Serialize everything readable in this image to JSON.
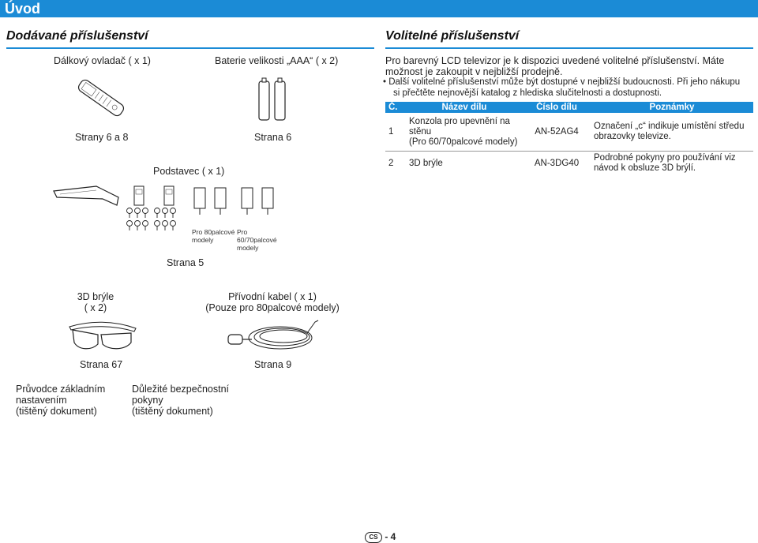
{
  "header": {
    "title": "Úvod"
  },
  "supplied": {
    "heading": "Dodávané příslušenství",
    "remote": {
      "label": "Dálkový ovladač ( x 1)",
      "page": "Strany 6 a 8"
    },
    "batteries": {
      "label": "Baterie velikosti „AAA“ ( x 2)",
      "page": "Strana 6"
    },
    "stand": {
      "label": "Podstavec ( x 1)",
      "page": "Strana 5",
      "note_80": "Pro 80palcové modely",
      "note_6070": "Pro 60/70palcové modely"
    },
    "glasses": {
      "label_line1": "3D brýle",
      "label_line2": "( x 2)",
      "page": "Strana 67"
    },
    "cable": {
      "label_line1": "Přívodní kabel ( x 1)",
      "label_line2": "(Pouze pro 80palcové modely)",
      "page": "Strana 9"
    },
    "guide": {
      "line1": "Průvodce základním",
      "line2": "nastavením",
      "line3": "(tištěný dokument)"
    },
    "safety": {
      "line1": "Důležité bezpečnostní",
      "line2": "pokyny",
      "line3": "(tištěný dokument)"
    }
  },
  "optional": {
    "heading": "Volitelné příslušenství",
    "intro_line1": "Pro barevný LCD televizor je k dispozici uvedené volitelné příslušenství. Máte",
    "intro_line2": "možnost je zakoupit v nejbližší prodejně.",
    "bullet_line1": "Další volitelné příslušenství může být dostupné v nejbližší budoucnosti. Při jeho nákupu",
    "bullet_line2": "si přečtěte nejnovější katalog z hlediska slučitelnosti a dostupnosti.",
    "table": {
      "headers": [
        "Č.",
        "Název dílu",
        "Číslo dílu",
        "Poznámky"
      ],
      "rows": [
        {
          "no": "1",
          "name_line1": "Konzola pro upevnění na",
          "name_line2": "stěnu",
          "name_line3": "(Pro 60/70palcové modely)",
          "part": "AN-52AG4",
          "note_line1": "Označení „c“ indikuje umístění středu",
          "note_line2": "obrazovky televize."
        },
        {
          "no": "2",
          "name_line1": "3D brýle",
          "part": "AN-3DG40",
          "note_line1": "Podrobné pokyny pro používání viz",
          "note_line2": "návod k obsluze 3D brýlí."
        }
      ]
    }
  },
  "footer": {
    "badge": "CS",
    "page": "- 4"
  }
}
